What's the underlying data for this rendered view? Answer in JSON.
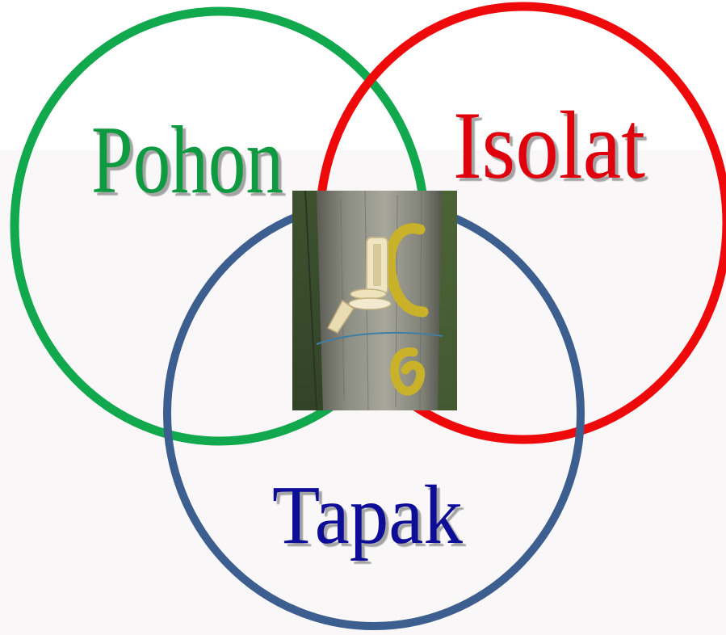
{
  "diagram": {
    "sets": [
      {
        "id": "pohon",
        "label": "Pohon",
        "ring_color": "#11a84e",
        "text_color": "#0f9a3f"
      },
      {
        "id": "isolat",
        "label": "Isolat",
        "ring_color": "#ee0a0a",
        "text_color": "#e0000d"
      },
      {
        "id": "tapak",
        "label": "Tapak",
        "ring_color": "#3d5f8f",
        "text_color": "#0d0b97"
      }
    ],
    "center_image": {
      "subject": "tree-trunk-photo"
    }
  }
}
